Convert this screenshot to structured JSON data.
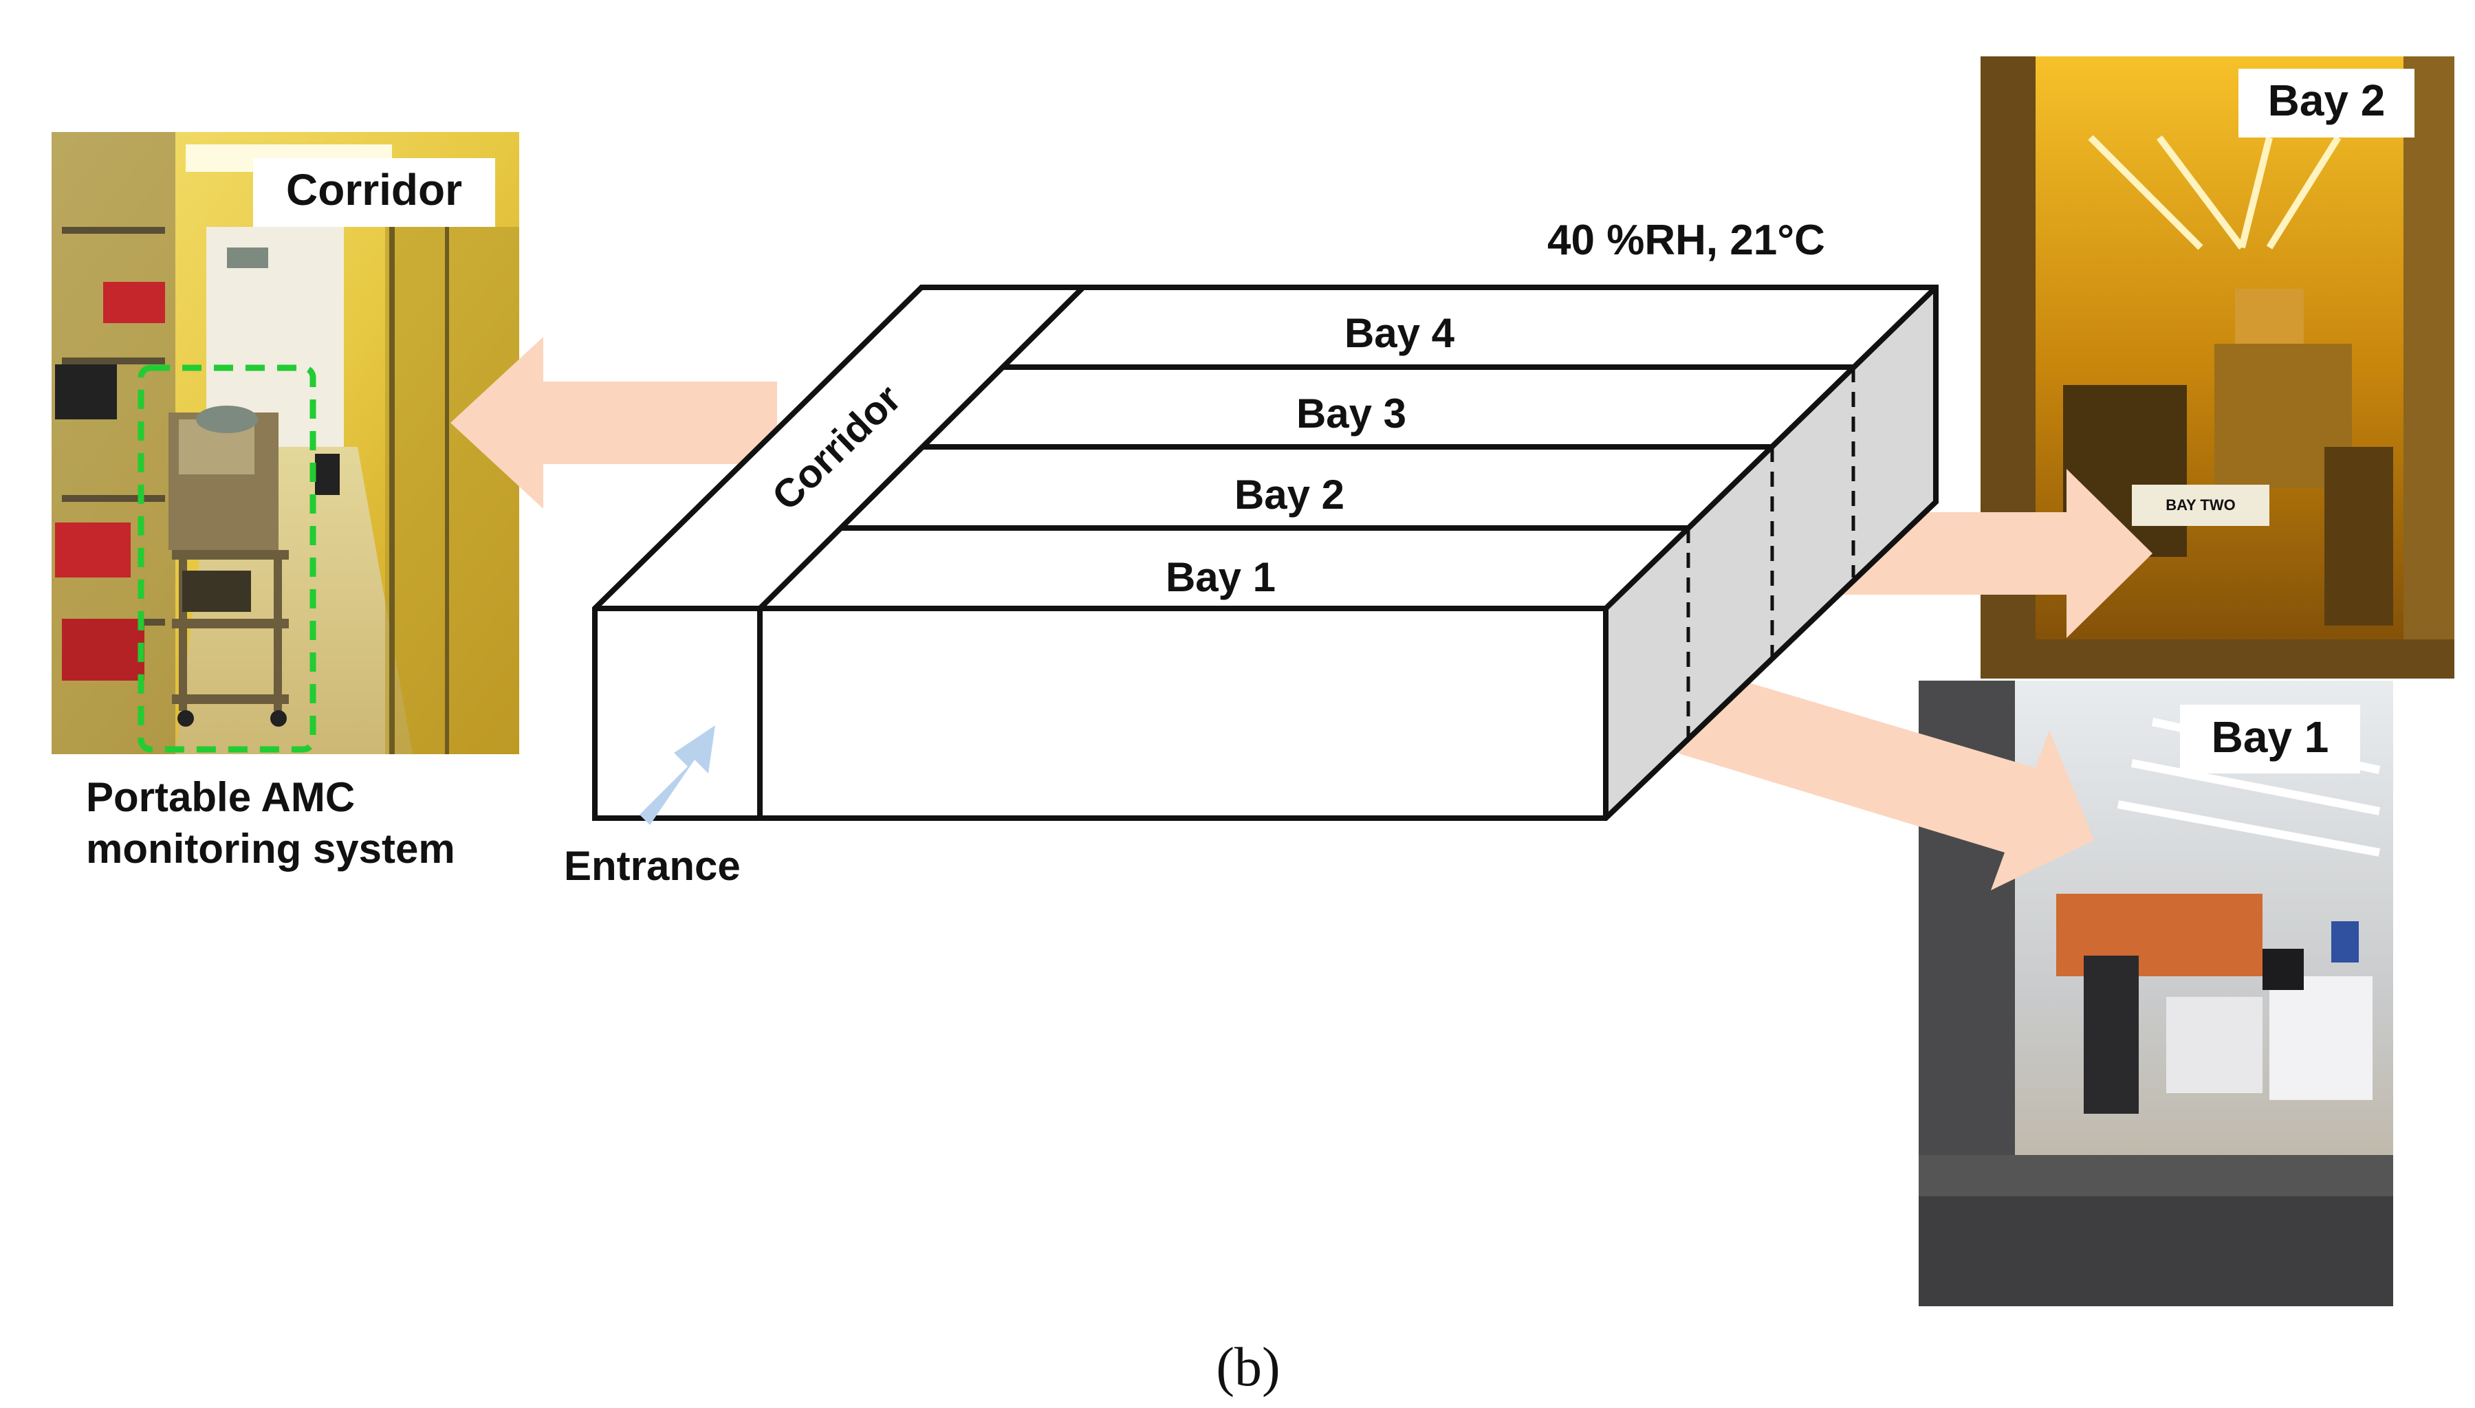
{
  "photos": {
    "corridor": {
      "label": "Corridor",
      "caption_line1": "Portable AMC",
      "caption_line2": "monitoring system"
    },
    "bay2": {
      "label": "Bay 2",
      "sign": "BAY TWO"
    },
    "bay1": {
      "label": "Bay 1"
    }
  },
  "diagram": {
    "conditions": "40 %RH, 21°C",
    "corridor_label": "Corridor",
    "bays": [
      "Bay 4",
      "Bay 3",
      "Bay 2",
      "Bay 1"
    ],
    "entrance_label": "Entrance"
  },
  "caption": "(b)",
  "colors": {
    "arrow": "#fbd5bd",
    "entrance_arrow": "#b8d2ee",
    "dashed_box": "#22cc33",
    "side_face": "#d8d8d8",
    "outline": "#111111"
  }
}
